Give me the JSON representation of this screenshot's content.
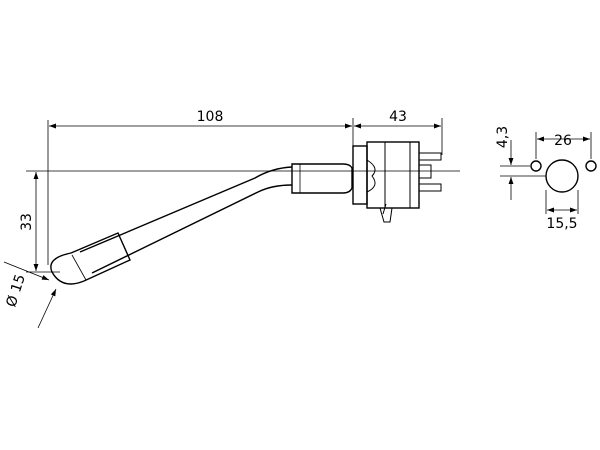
{
  "dimensions": {
    "length": "108",
    "switch_width": "43",
    "height": "33",
    "diameter": "Ø 15",
    "offset": "4,3",
    "hole_spacing": "26",
    "hole_diameter": "15,5"
  }
}
